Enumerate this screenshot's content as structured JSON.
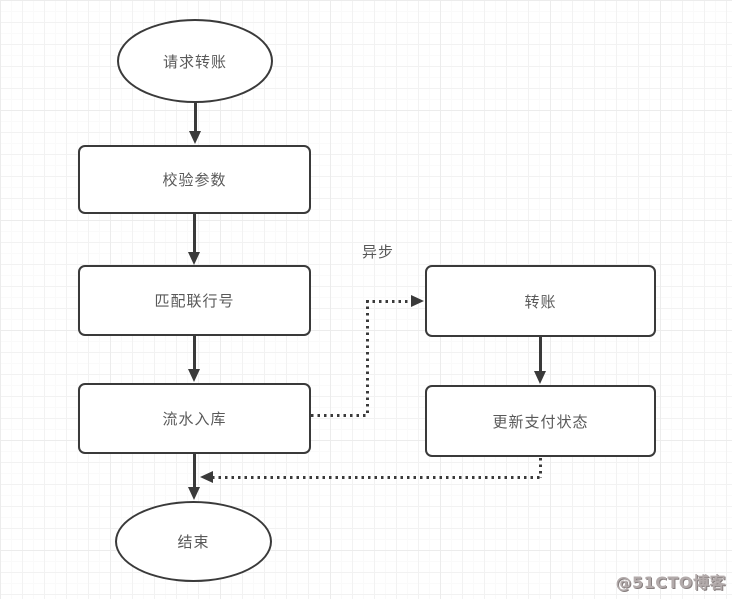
{
  "diagram": {
    "title": "transfer-flowchart",
    "nodes": {
      "start": {
        "label": "请求转账",
        "shape": "ellipse"
      },
      "validate": {
        "label": "校验参数",
        "shape": "rect"
      },
      "match": {
        "label": "匹配联行号",
        "shape": "rect"
      },
      "store": {
        "label": "流水入库",
        "shape": "rect"
      },
      "end": {
        "label": "结束",
        "shape": "ellipse"
      },
      "transfer": {
        "label": "转账",
        "shape": "rect"
      },
      "update": {
        "label": "更新支付状态",
        "shape": "rect"
      }
    },
    "edges": [
      {
        "from": "start",
        "to": "validate",
        "style": "solid"
      },
      {
        "from": "validate",
        "to": "match",
        "style": "solid"
      },
      {
        "from": "match",
        "to": "store",
        "style": "solid"
      },
      {
        "from": "store",
        "to": "end",
        "style": "solid"
      },
      {
        "from": "store",
        "to": "transfer",
        "style": "dotted",
        "label": "异步"
      },
      {
        "from": "transfer",
        "to": "update",
        "style": "solid"
      },
      {
        "from": "update",
        "to": "end",
        "style": "dotted"
      }
    ],
    "annotations": {
      "async_label": "异步"
    },
    "colors": {
      "stroke": "#3a3a3a",
      "text": "#595959",
      "background": "#ffffff",
      "grid_minor": "#fafafa",
      "grid_major": "#ececec"
    }
  },
  "watermark": {
    "text": "@51CTO博客"
  }
}
